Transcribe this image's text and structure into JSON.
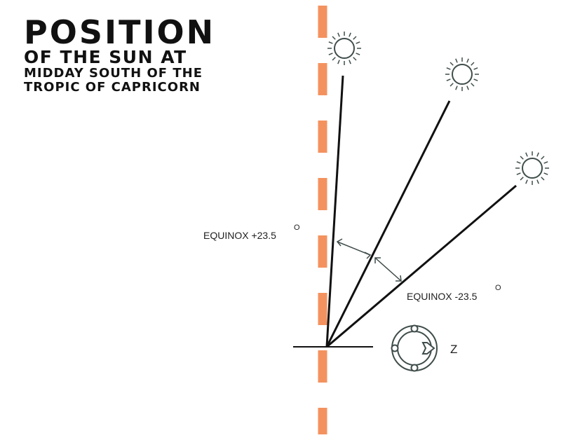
{
  "title": {
    "line1": "POSITION",
    "line2": "OF THE SUN AT",
    "line3": "MIDDAY SOUTH OF THE",
    "line4": "TROPIC OF CAPRICORN"
  },
  "labels": {
    "equinox_plus": "EQUINOX +23.5",
    "equinox_minus": "EQUINOX -23.5",
    "degree_symbol": "O",
    "direction": "Z"
  },
  "colors": {
    "vertical_dash": "#f4925f",
    "lines": "#111111",
    "sun": "#3f4d4b",
    "arrow": "#3f4d4b"
  },
  "icons": [
    "sun-icon",
    "compass-icon",
    "double-arrow-icon"
  ]
}
